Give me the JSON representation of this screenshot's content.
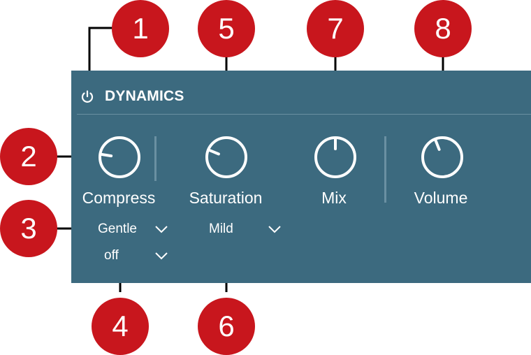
{
  "panel": {
    "title": "DYNAMICS",
    "bg_color": "#3c6a7f",
    "power_icon": "power-icon"
  },
  "knobs": [
    {
      "label": "Compress",
      "value": 0.2
    },
    {
      "label": "Saturation",
      "value": 0.25
    },
    {
      "label": "Mix",
      "value": 0.5
    },
    {
      "label": "Volume",
      "value": 0.42
    }
  ],
  "dropdowns": {
    "compress_mode": "Gentle",
    "compress_extra": "off",
    "saturation_mode": "Mild"
  },
  "callouts": [
    "1",
    "2",
    "3",
    "4",
    "5",
    "6",
    "7",
    "8"
  ],
  "callout_color": "#c8161d"
}
